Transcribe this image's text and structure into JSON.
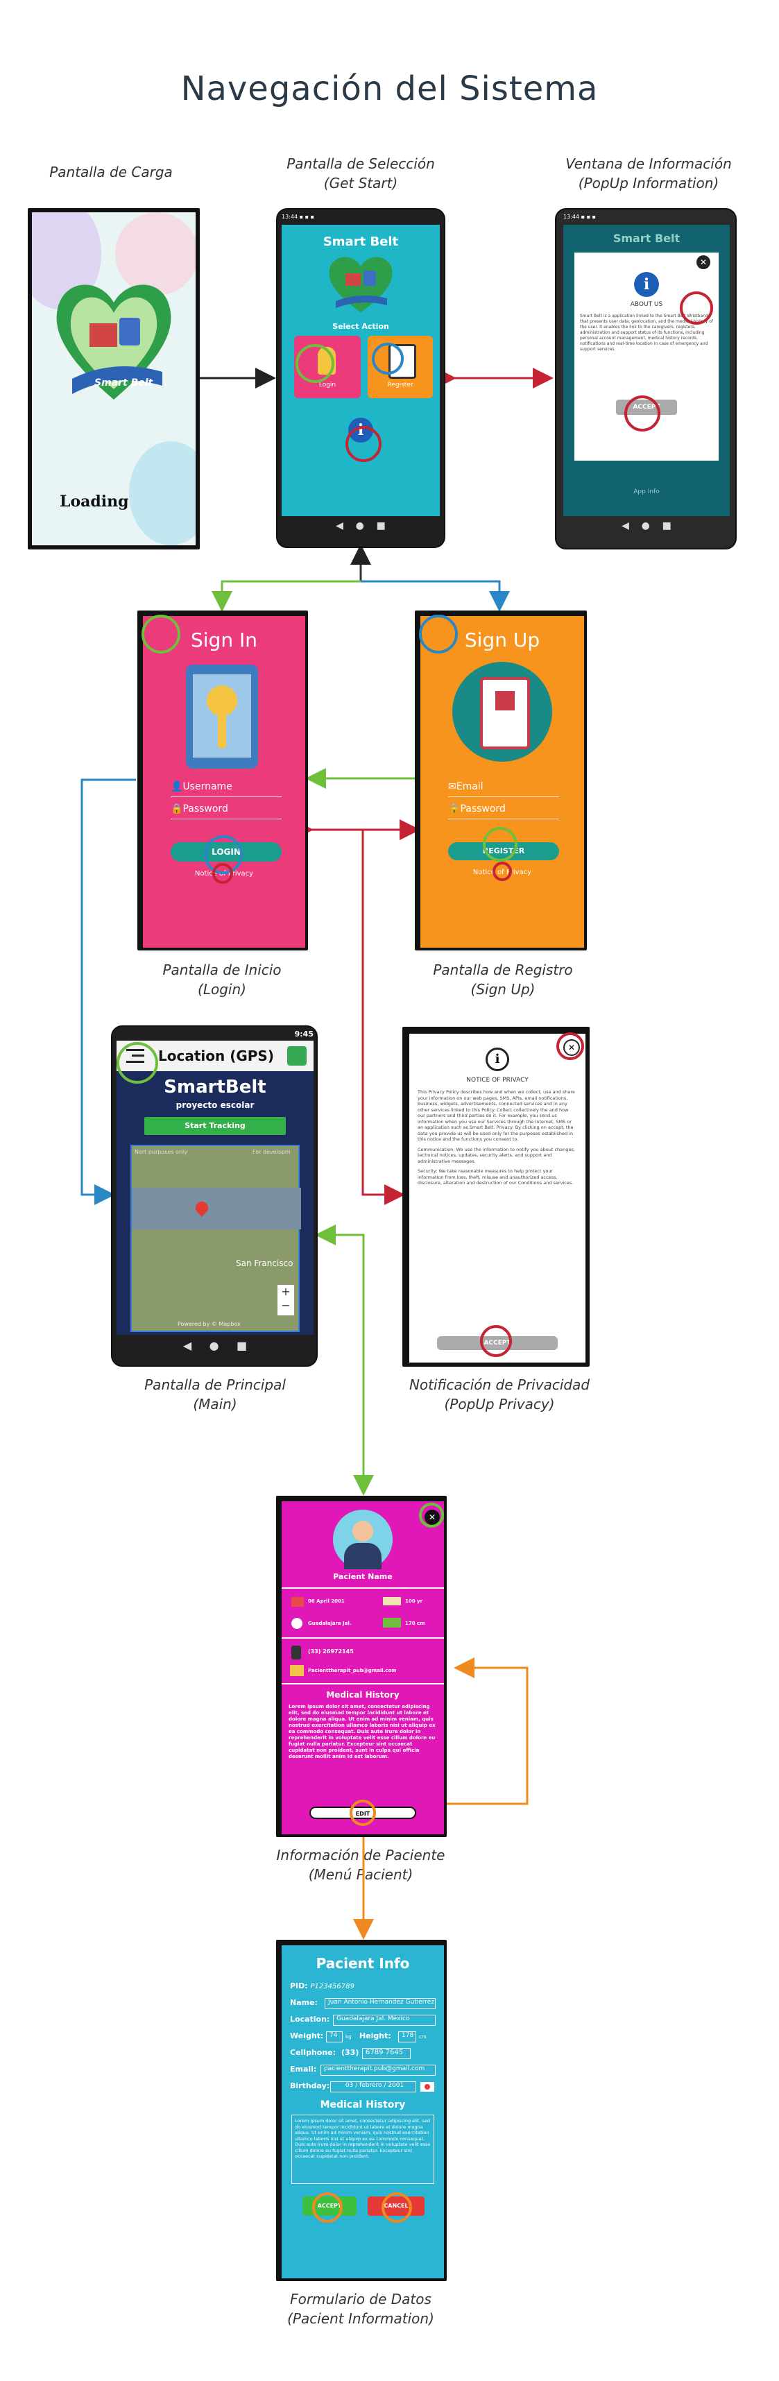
{
  "title": "Navegación del Sistema",
  "captions": {
    "loading": "Pantalla de Carga",
    "select_1": "Pantalla de Selección",
    "select_2": "(Get Start)",
    "info_1": "Ventana de Información",
    "info_2": "(PopUp Information)",
    "login_1": "Pantalla de Inicio",
    "login_2": "(Login)",
    "signup_1": "Pantalla de Registro",
    "signup_2": "(Sign Up)",
    "main_1": "Pantalla de Principal",
    "main_2": "(Main)",
    "privacy_1": "Notificación de Privacidad",
    "privacy_2": "(PopUp Privacy)",
    "patient_1": "Información de Paciente",
    "patient_2": "(Menú Pacient)",
    "form_1": "Formulario de Datos",
    "form_2": "(Pacient Information)"
  },
  "loading": {
    "text": "Loading",
    "logo": "Smart Belt"
  },
  "select": {
    "app": "Smart Belt",
    "action": "Select Action",
    "login": "Login",
    "register": "Register"
  },
  "info": {
    "app": "Smart Belt",
    "heading": "ABOUT US",
    "body": "Smart Belt is a application linked to the Smart Belt Wristband that presents user data, geolocation, and the medical history of the user. It enables the link to the caregivers, registers, administration and support status of its functions, including personal account management, medical history records, notifications and real-time location in case of emergency and support services.",
    "accept": "ACCEPT",
    "footer": "App Info"
  },
  "signin": {
    "title": "Sign In",
    "username": "Username",
    "password": "Password",
    "login": "LOGIN",
    "notice": "Notice of Privacy"
  },
  "signup": {
    "title": "Sign Up",
    "email": "Email",
    "password": "Password",
    "register": "REGISTER",
    "notice": "Notice of Privacy"
  },
  "main": {
    "time": "9:45",
    "title": "Location (GPS)",
    "brand": "SmartBelt",
    "subtitle": "proyecto escolar",
    "tracking": "Start Tracking",
    "map_note1": "Nort purposes only",
    "map_note2": "For developm",
    "city": "San Francisco",
    "powered": "Powered by",
    "mapbox": "© Mapbox"
  },
  "privacy": {
    "title": "NOTICE OF PRIVACY",
    "p1": "This Privacy Policy describes how and when we collect, use and share your information on our web pages, SMS, APIs, email notifications, business, widgets, advertisements, connected services and in any other services linked to this Policy. Collect collectively the and how our partners and third parties do it. For example, you send us information when you use our Services through the Internet, SMS or an application such as Smart Belt. Privacy: By clicking on accept, the data you provide us will be used only for the purposes established in this notice and the functions you consent to.",
    "p2": "Communication: We use the information to notify you about changes, technical notices, updates, security alerts, and support and administrative messages.",
    "p3": "Security: We take reasonable measures to help protect your information from loss, theft, misuse and unauthorized access, disclosure, alteration and destruction of our Conditions and services.",
    "accept": "ACCEPT"
  },
  "patient": {
    "name": "Pacient Name",
    "dob": "06 April 2001",
    "age": "100 yr",
    "city": "Guadalajara Jal.",
    "weight": "170 cm",
    "phone": "(33) 26972145",
    "email": "Pacienttherapit_pub@gmail.com",
    "history_title": "Medical History",
    "history": "Lorem ipsum dolor sit amet, consectetur adipiscing elit, sed do eiusmod tempor incididunt ut labore et dolore magna aliqua. Ut enim ad minim veniam, quis nostrud exercitation ullamco laboris nisi ut aliquip ex ea commodo consequat. Duis aute irure dolor in reprehenderit in voluptate velit esse cillum dolore eu fugiat nulla pariatur. Excepteur sint occaecat cupidatat non proident, sunt in culpa qui officia deserunt mollit anim id est laborum.",
    "edit": "EDIT"
  },
  "form": {
    "title": "Pacient Info",
    "pid_label": "PID:",
    "pid": "P123456789",
    "name_label": "Name:",
    "name": "Juan Antonio Hernandez Gutierrez",
    "location_label": "Location:",
    "location": "Guadalajara Jal. México",
    "weight_label": "Weight:",
    "weight": "74",
    "weight_unit": "kg",
    "height_label": "Height:",
    "height": "178",
    "height_unit": "cm",
    "cell_label": "Cellphone:",
    "cell_code": "(33)",
    "cell": "6789 7645",
    "email_label": "Email:",
    "email": "pacienttherapit.pub@gmail.com",
    "birthday_label": "Birthday:",
    "birthday": "03 / febrero / 2001",
    "history_title": "Medical History",
    "history": "Lorem ipsum dolor sit amet, consectetur adipiscing elit, sed do eiusmod tempor incididunt ut labore et dolore magna aliqua. Ut enim ad minim veniam, quis nostrud exercitation ullamco laboris nisi ut aliquip ex ea commodo consequat. Duis aute irure dolor in reprehenderit in voluptate velit esse cillum dolore eu fugiat nulla pariatur. Excepteur sint occaecat cupidatat non proident.",
    "accept": "ACCEPT",
    "cancel": "CANCEL"
  },
  "colors": {
    "teal": "#1fb6c8",
    "pink": "#ec3b7a",
    "orange": "#f7941d",
    "magenta": "#e018b7",
    "form_blue": "#2cb4d3",
    "green_arrow": "#6fbf3c",
    "blue_arrow": "#2b86c5",
    "red_arrow": "#c42434",
    "orange_arrow": "#f0891f",
    "dark_arrow": "#333333"
  }
}
